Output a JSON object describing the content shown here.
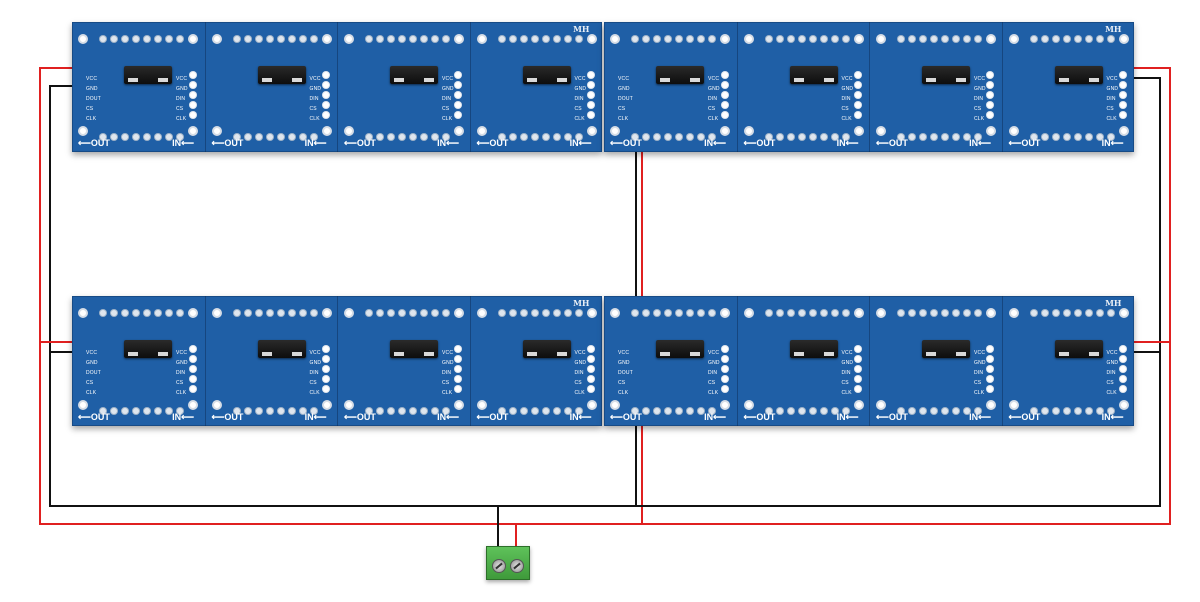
{
  "diagram": {
    "boards": [
      {
        "id": "top-left",
        "label": "MH"
      },
      {
        "id": "top-right",
        "label": "MH"
      },
      {
        "id": "bottom-left",
        "label": "MH"
      },
      {
        "id": "bottom-right",
        "label": "MH"
      }
    ],
    "pin_labels": [
      "VCC",
      "GND",
      "DOUT",
      "CS",
      "CLK"
    ],
    "pin_labels_right": [
      "VCC",
      "GND",
      "DIN",
      "CS",
      "CLK"
    ],
    "direction": {
      "out": "⟵OUT",
      "in": "IN⟵"
    },
    "wire_colors": {
      "power": "#e02020",
      "ground": "#111111"
    },
    "colors": {
      "pcb": "#1f5fa6",
      "terminal": "#4caf50"
    }
  }
}
